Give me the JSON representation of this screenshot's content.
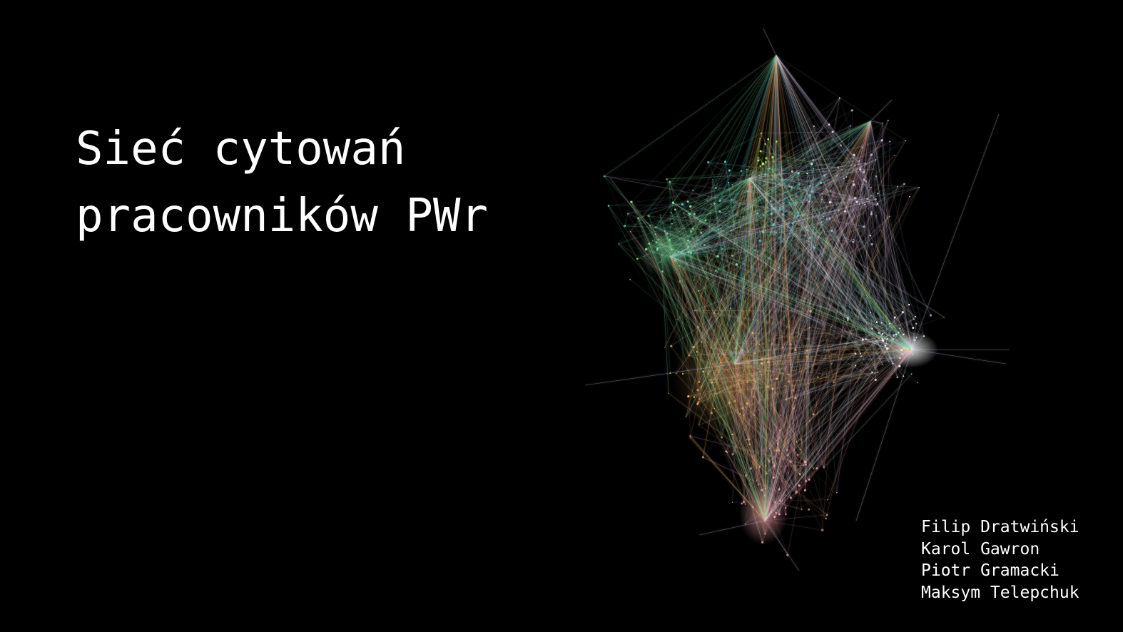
{
  "slide": {
    "title_lines": [
      "Sieć cytowań",
      "pracowników PWr"
    ],
    "authors": [
      "Filip Dratwiński",
      "Karol Gawron",
      "Piotr Gramacki",
      "Maksym Telepchuk"
    ]
  },
  "colors": {
    "background": "#000000",
    "text": "#ffffff",
    "network_palette": [
      "#7fe0a0",
      "#5fd0d0",
      "#b8ff60",
      "#e0c8f0",
      "#e8b060",
      "#f0a0a8",
      "#f0f4ff"
    ]
  },
  "graphic": {
    "icon": "citation-network-graph"
  }
}
